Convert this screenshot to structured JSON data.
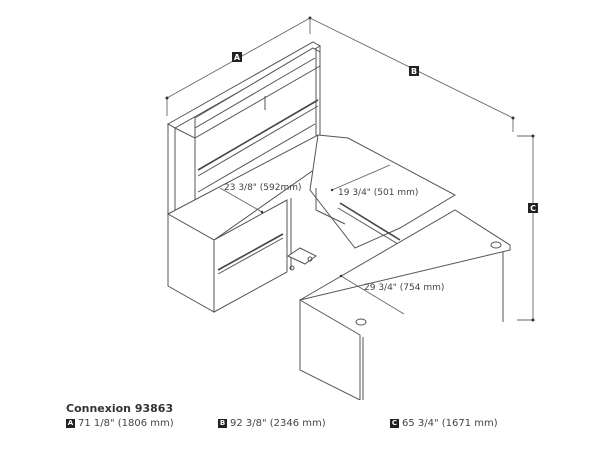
{
  "product": {
    "name": "Connexion 93863"
  },
  "dimensions": {
    "A": {
      "label": "A",
      "value": "71 1/8\" (1806 mm)"
    },
    "B": {
      "label": "B",
      "value": "92 3/8\" (2346 mm)"
    },
    "C": {
      "label": "C",
      "value": "65 3/4\" (1671 mm)"
    }
  },
  "annotations": {
    "credenza_depth": "23 3/8\" (592mm)",
    "bridge_depth": "19 3/4\" (501 mm)",
    "desk_depth": "29 3/4\" (754 mm)"
  },
  "colors": {
    "line": "#555555",
    "badge": "#222222",
    "background": "#ffffff"
  }
}
